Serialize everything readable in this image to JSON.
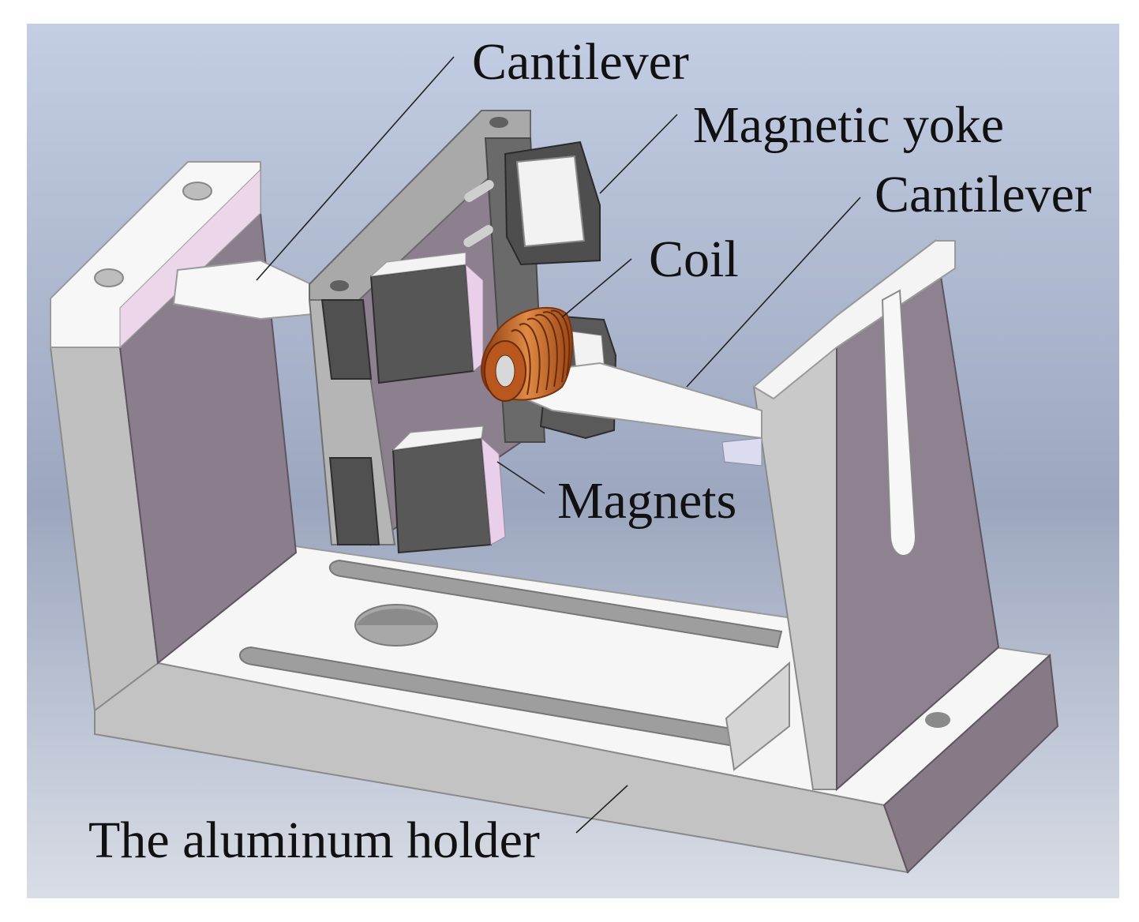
{
  "labels": {
    "cantilever_left": "Cantilever",
    "magnetic_yoke": "Magnetic yoke",
    "cantilever_right": "Cantilever",
    "coil": "Coil",
    "magnets": "Magnets",
    "holder": "The aluminum holder"
  },
  "colors": {
    "background_top": "#c2cde3",
    "background_mid": "#9ea9c1",
    "aluminum_light": "#f7f7f7",
    "aluminum_mid": "#c4c4c4",
    "aluminum_dark": "#9a9499",
    "side_mauve": "#8a7d8c",
    "yoke_dark": "#505050",
    "magnet_gray": "#5a5a5a",
    "magnet_pink": "#e8cde8",
    "coil_copper": "#c8642a",
    "leader_line": "#222222"
  }
}
